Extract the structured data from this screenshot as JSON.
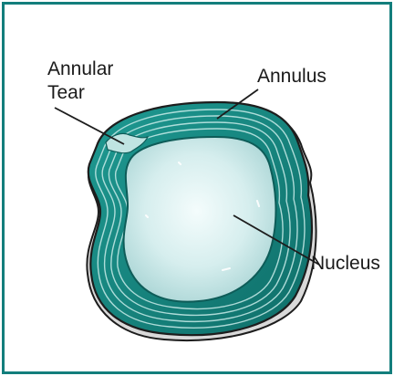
{
  "labels": {
    "annular_tear_line1": "Annular",
    "annular_tear_line2": "Tear",
    "annulus": "Annulus",
    "nucleus": "Nucleus"
  },
  "colors": {
    "frame": "#137e7c",
    "annulus": "#1a8f88",
    "annulus_dark": "#0d5f5b",
    "nucleus_light": "#f1fbfb",
    "nucleus_mid": "#cfeaea",
    "nucleus_edge": "#9fcfcf",
    "outline": "#1d1d1d",
    "bone": "#d7d7d7"
  },
  "icons": [
    "intervertebral-disc-illustration"
  ]
}
